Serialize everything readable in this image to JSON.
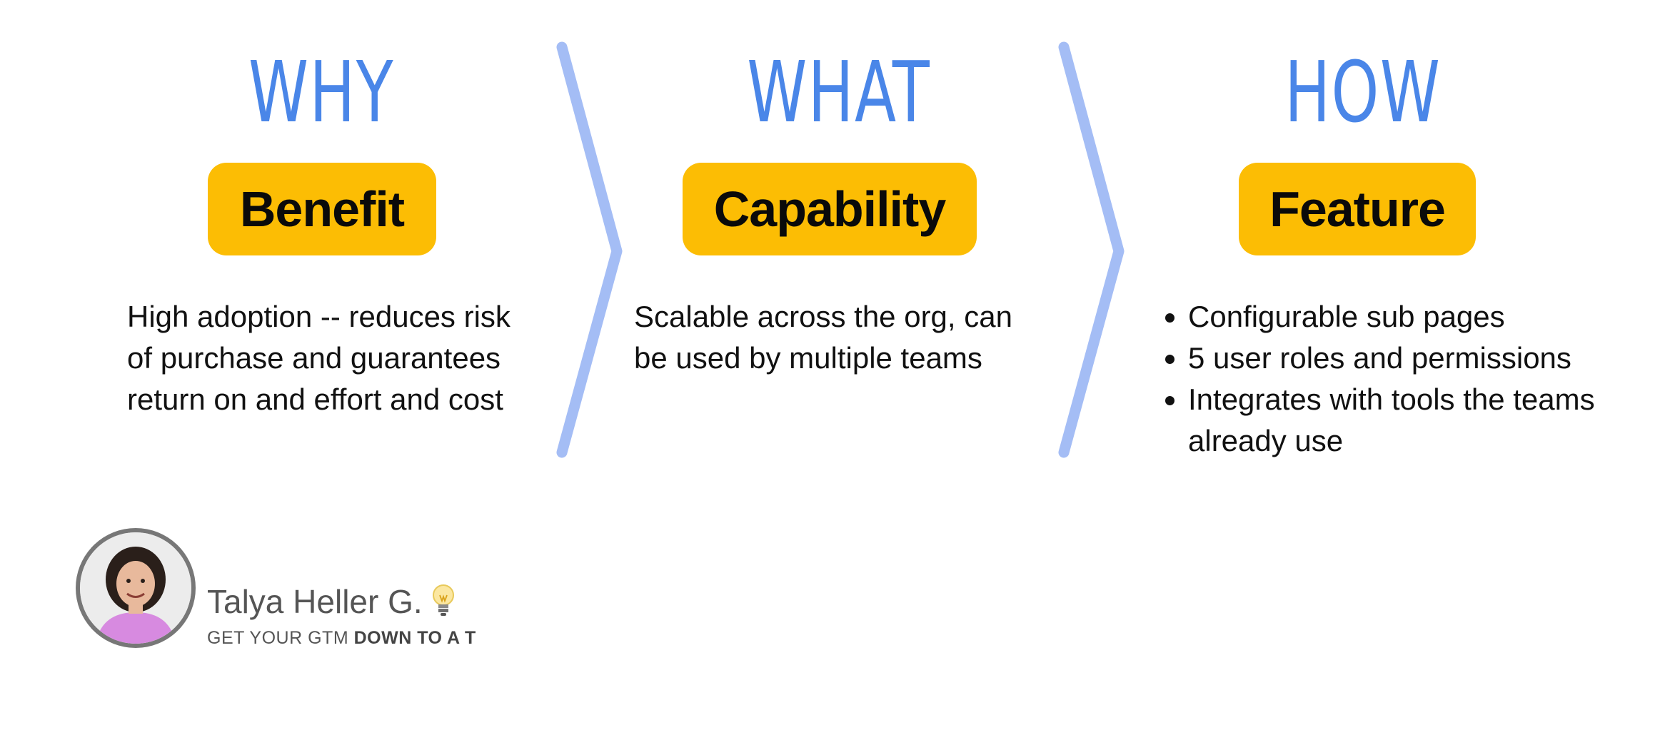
{
  "columns": [
    {
      "heading": "WHY",
      "label": "Benefit",
      "text": "High adoption -- reduces risk of purchase and guarantees return on and effort and cost"
    },
    {
      "heading": "WHAT",
      "label": "Capability",
      "text": "Scalable across the org, can be used by multiple teams"
    },
    {
      "heading": "HOW",
      "label": "Feature",
      "bullets": [
        "Configurable sub pages",
        "5 user roles and permissions",
        "Integrates with tools the teams already use"
      ]
    }
  ],
  "author": {
    "name": "Talya Heller G.",
    "tagline_prefix": "GET YOUR GTM",
    "tagline_bold": "DOWN TO A T",
    "icon": "lightbulb-icon"
  },
  "colors": {
    "heading": "#4a86e8",
    "pill": "#fcbd04",
    "chevron": "#a4bdf5",
    "author_text": "#555555"
  }
}
